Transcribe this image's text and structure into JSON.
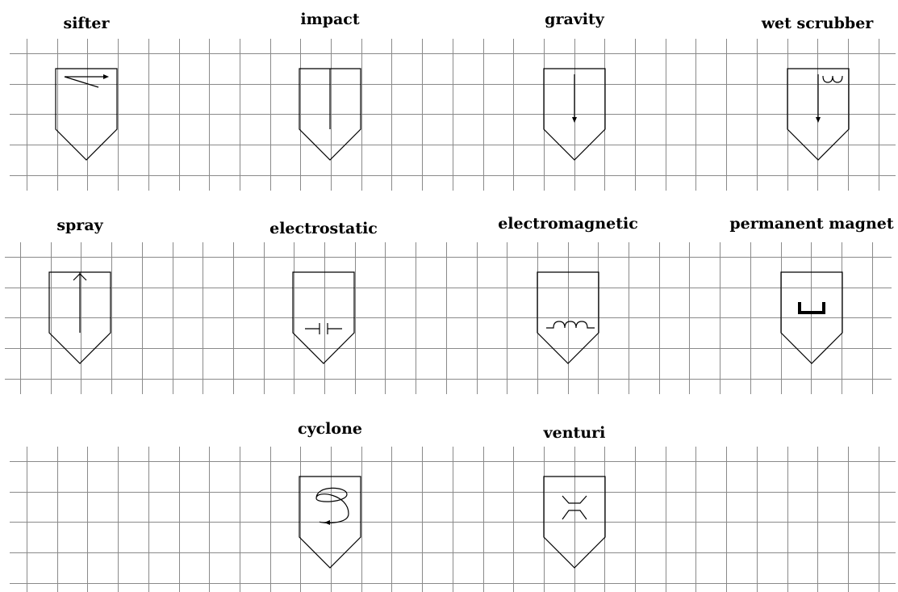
{
  "symbols": [
    {
      "label": "sifter",
      "icon": "sifter-icon"
    },
    {
      "label": "impact",
      "icon": "impact-icon"
    },
    {
      "label": "gravity",
      "icon": "gravity-icon"
    },
    {
      "label": "wet scrubber",
      "icon": "wet-scrubber-icon"
    },
    {
      "label": "spray",
      "icon": "spray-icon"
    },
    {
      "label": "electrostatic",
      "icon": "electrostatic-icon"
    },
    {
      "label": "electromagnetic",
      "icon": "electromagnetic-icon"
    },
    {
      "label": "permanent magnet",
      "icon": "permanent-magnet-icon"
    },
    {
      "label": "cyclone",
      "icon": "cyclone-icon"
    },
    {
      "label": "venturi",
      "icon": "venturi-icon"
    }
  ]
}
